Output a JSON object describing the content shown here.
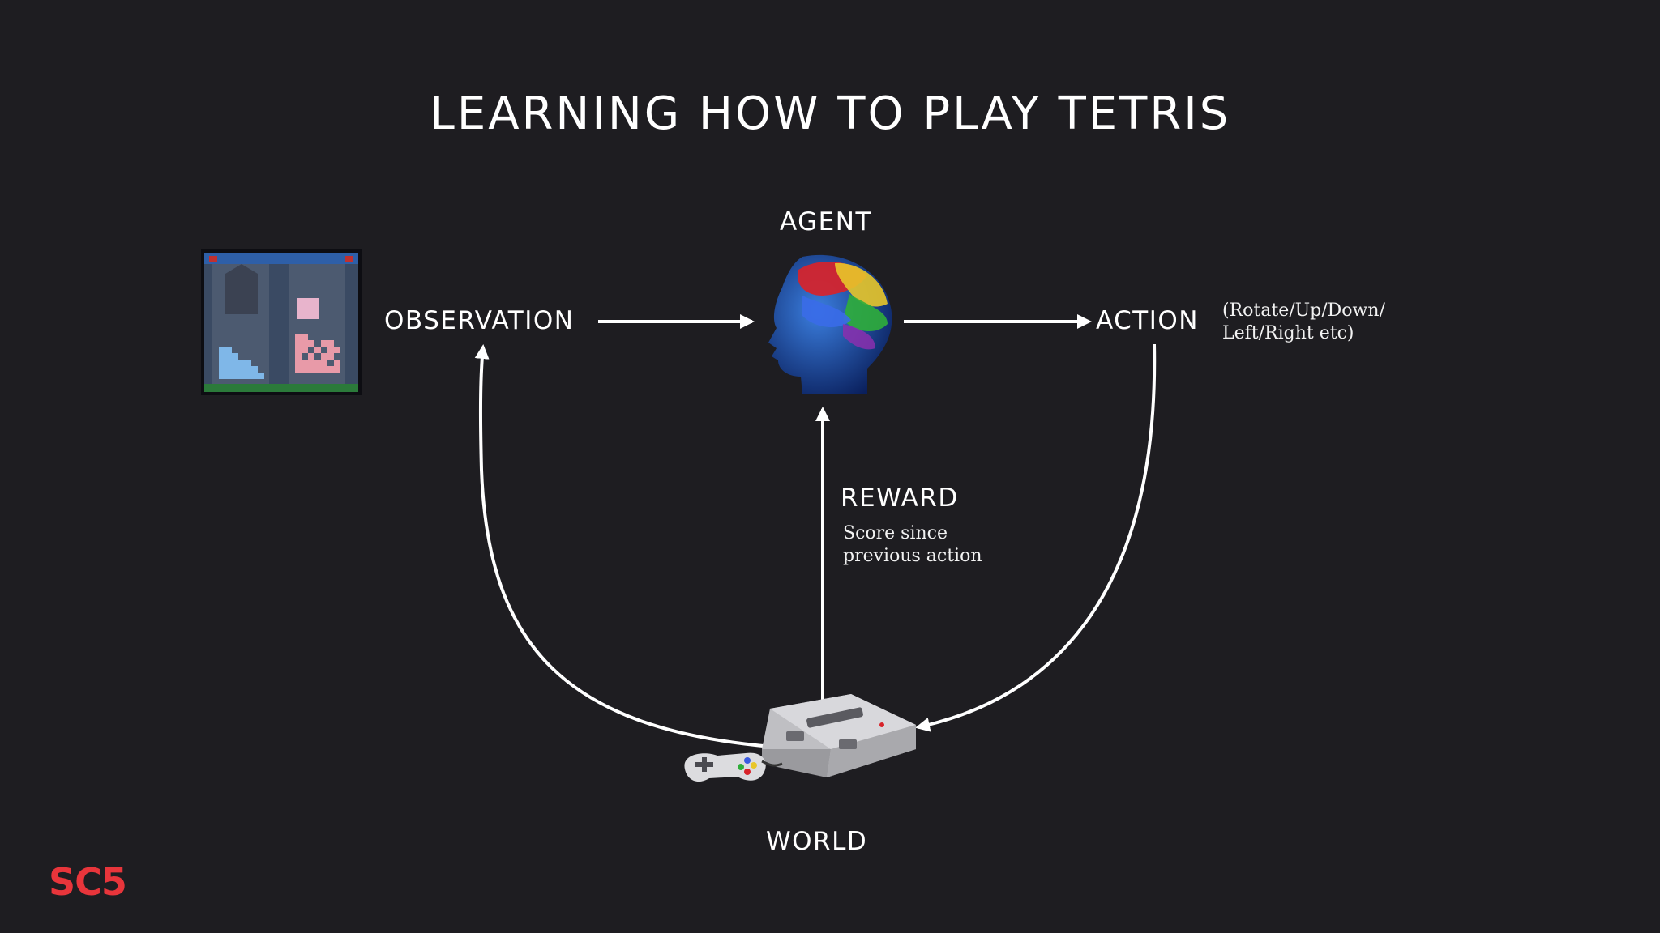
{
  "title": "LEARNING HOW TO PLAY TETRIS",
  "nodes": {
    "agent": "AGENT",
    "observation": "OBSERVATION",
    "action": "ACTION",
    "reward": "REWARD",
    "world": "WORLD"
  },
  "notes": {
    "action_line1": "(Rotate/Up/Down/",
    "action_line2": "Left/Right etc)",
    "reward_line1": "Score since",
    "reward_line2": "previous action"
  },
  "logo": "SC5",
  "colors": {
    "background": "#1e1d21",
    "foreground": "#ffffff",
    "logo": "#e8353b"
  }
}
